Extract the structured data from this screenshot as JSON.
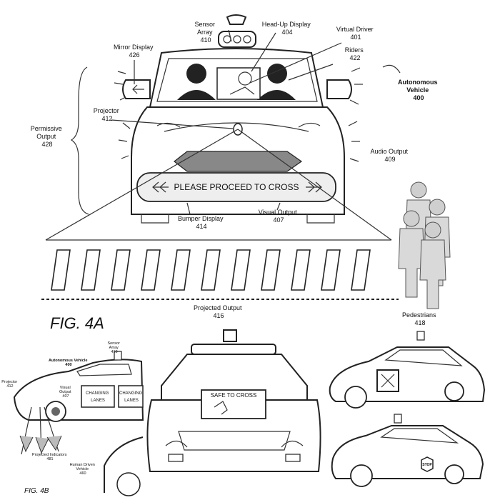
{
  "figure_4a": {
    "caption": "FIG. 4A",
    "labels": {
      "sensor_array": [
        "Sensor",
        "Array",
        "410"
      ],
      "head_up_display": [
        "Head-Up Display",
        "404"
      ],
      "virtual_driver": [
        "Virtual Driver",
        "401"
      ],
      "riders": [
        "Riders",
        "422"
      ],
      "mirror_display": [
        "Mirror Display",
        "426"
      ],
      "autonomous_vehicle": [
        "Autonomous",
        "Vehicle",
        "400"
      ],
      "projector": [
        "Projector",
        "412"
      ],
      "permissive_output": [
        "Permissive",
        "Output",
        "428"
      ],
      "audio_output": [
        "Audio Output",
        "409"
      ],
      "bumper_display": [
        "Bumper Display",
        "414"
      ],
      "visual_output": [
        "Visual Output",
        "407"
      ],
      "projected_output": [
        "Projected Output",
        "416"
      ],
      "pedestrians": [
        "Pedestrians",
        "418"
      ]
    },
    "bumper_message": "PLEASE PROCEED TO CROSS"
  },
  "figure_4b": {
    "caption": "FIG. 4B",
    "left_labels": {
      "sensor_array": [
        "Sensor",
        "Array",
        "410"
      ],
      "autonomous_vehicle": [
        "Autonomous Vehicle",
        "400"
      ],
      "projector": [
        "Projector",
        "412"
      ],
      "visual_output": [
        "Visual",
        "Output",
        "407"
      ],
      "projected_indicators": [
        "Projected Indicators",
        "481"
      ],
      "human_driven_vehicle": [
        "Human Driven",
        "Vehicle",
        "460"
      ]
    },
    "panel_left": [
      "CHANGING",
      "LANES"
    ],
    "panel_right": [
      "CHANGING",
      "LANES"
    ],
    "center_sign": "SAFE TO CROSS",
    "stop_sign": "STOP"
  }
}
